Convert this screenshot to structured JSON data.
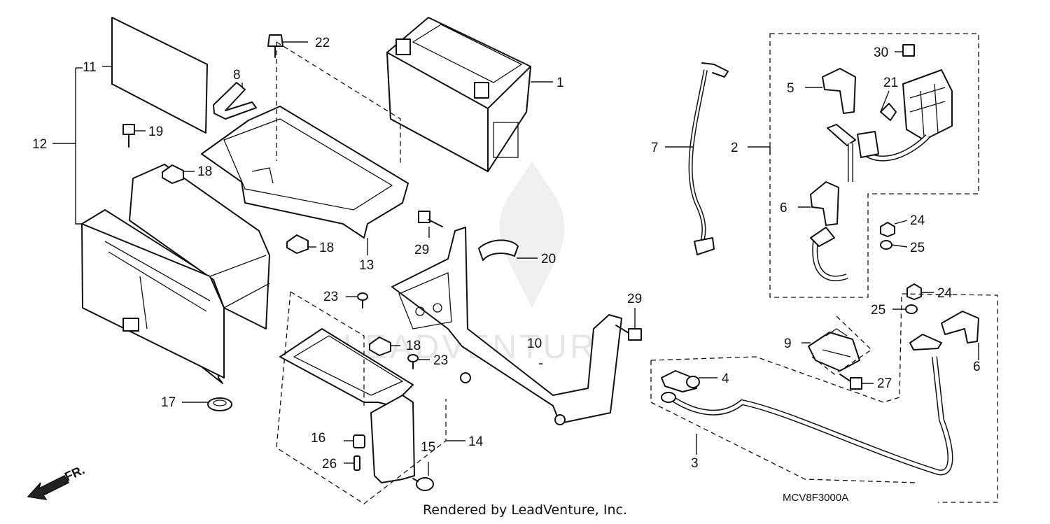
{
  "diagram": {
    "code": "MCV8F3000A",
    "credit": "Rendered by LeadVenture, Inc.",
    "watermark": "LEADVENTURE",
    "front_marker": "FR.",
    "callouts": {
      "c1": "1",
      "c2": "2",
      "c3": "3",
      "c4": "4",
      "c5": "5",
      "c6a": "6",
      "c6b": "6",
      "c7": "7",
      "c8": "8",
      "c9": "9",
      "c10": "10",
      "c11": "11",
      "c12": "12",
      "c13": "13",
      "c14": "14",
      "c15": "15",
      "c16": "16",
      "c17": "17",
      "c18a": "18",
      "c18b": "18",
      "c18c": "18",
      "c19": "19",
      "c20": "20",
      "c21": "21",
      "c22": "22",
      "c23a": "23",
      "c23b": "23",
      "c24a": "24",
      "c24b": "24",
      "c25a": "25",
      "c25b": "25",
      "c26": "26",
      "c27": "27",
      "c29a": "29",
      "c29b": "29",
      "c30": "30"
    }
  }
}
